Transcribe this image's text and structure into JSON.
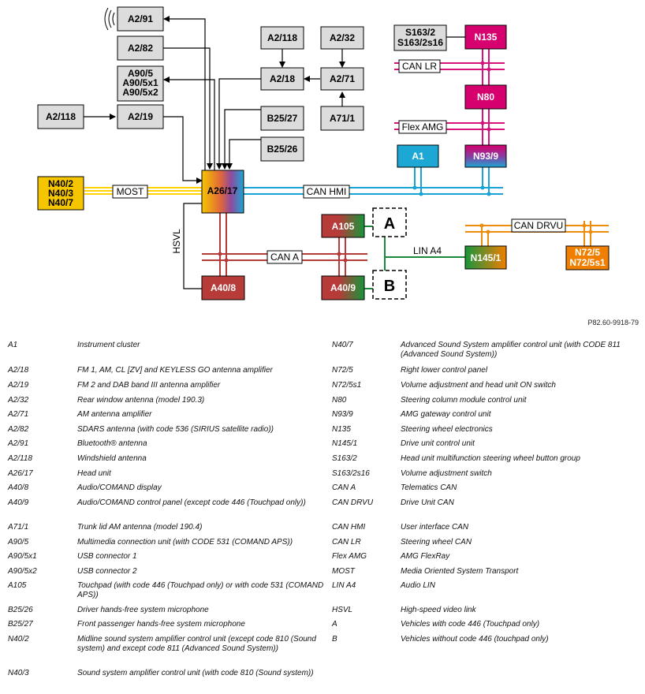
{
  "colors": {
    "gray": "#dcdcdc",
    "yellow": "#f5c500",
    "cyan": "#1ca7d4",
    "magenta": "#d6006e",
    "red": "#b63b39",
    "orange": "#f07f00",
    "green": "#179639",
    "most_line": "#ffd200",
    "can_a_line": "#b63b39",
    "can_drvu_line": "#f08a0a",
    "can_hmi_line": "#18a3d6",
    "can_lr_line": "#d6137b",
    "lin_line": "#1a8a3a"
  },
  "icons": {
    "wireless": "wireless-icon"
  },
  "diagram": {
    "components": {
      "a2_91": "A2/91",
      "a2_82": "A2/82",
      "a90_5": [
        "A90/5",
        "A90/5x1",
        "A90/5x2"
      ],
      "a2_118_left": "A2/118",
      "a2_19": "A2/19",
      "a2_118_top": "A2/118",
      "a2_32": "A2/32",
      "a2_18": "A2/18",
      "a2_71": "A2/71",
      "a71_1": "A71/1",
      "b25_27": "B25/27",
      "b25_26": "B25/26",
      "n40": [
        "N40/2",
        "N40/3",
        "N40/7"
      ],
      "a26_17": "A26/17",
      "s163": [
        "S163/2",
        "S163/2s16"
      ],
      "n135": "N135",
      "n80": "N80",
      "n93_9": "N93/9",
      "a1": "A1",
      "a105": "A105",
      "a40_9": "A40/9",
      "a40_8": "A40/8",
      "n145_1": "N145/1",
      "n72": [
        "N72/5",
        "N72/5s1"
      ],
      "variant_a": "A",
      "variant_b": "B"
    },
    "buses": {
      "most": "MOST",
      "can_hmi": "CAN HMI",
      "can_lr": "CAN LR",
      "flex_amg": "Flex AMG",
      "can_a": "CAN A",
      "lin_a4": "LIN A4",
      "can_drvu": "CAN DRVU",
      "hsvl": "HSVL"
    }
  },
  "reference": "P82.60-9918-79",
  "legend": {
    "left": [
      {
        "code": "A1",
        "desc": "Instrument cluster"
      },
      {
        "code": "A2/18",
        "desc": "FM 1, AM, CL [ZV] and KEYLESS GO antenna amplifier"
      },
      {
        "code": "A2/19",
        "desc": "FM 2 and DAB band III antenna amplifier"
      },
      {
        "code": "A2/32",
        "desc": "Rear window antenna (model 190.3)"
      },
      {
        "code": "A2/71",
        "desc": "AM antenna amplifier"
      },
      {
        "code": "A2/82",
        "desc": "SDARS antenna (with code 536 (SIRIUS satellite radio))"
      },
      {
        "code": "A2/91",
        "desc": "Bluetooth® antenna"
      },
      {
        "code": "A2/118",
        "desc": "Windshield antenna"
      },
      {
        "code": "A26/17",
        "desc": "Head unit"
      },
      {
        "code": "A40/8",
        "desc": "Audio/COMAND display"
      },
      {
        "code": "A40/9",
        "desc": "Audio/COMAND control panel (except code 446 (Touchpad only))"
      },
      {
        "code": "A71/1",
        "desc": "Trunk lid AM antenna (model 190.4)"
      },
      {
        "code": "A90/5",
        "desc": "Multimedia connection unit (with CODE 531 (COMAND APS))"
      },
      {
        "code": "A90/5x1",
        "desc": "USB connector 1"
      },
      {
        "code": "A90/5x2",
        "desc": "USB connector 2"
      },
      {
        "code": "A105",
        "desc": "Touchpad (with code 446 (Touchpad only) or with code 531 (COMAND APS))"
      },
      {
        "code": "B25/26",
        "desc": "Driver hands-free system microphone"
      },
      {
        "code": "B25/27",
        "desc": "Front passenger hands-free system microphone"
      },
      {
        "code": "N40/2",
        "desc": "Midline sound system amplifier control unit (except code 810 (Sound system) and except code 811 (Advanced Sound System))"
      },
      {
        "code": "N40/3",
        "desc": "Sound system amplifier control unit (with code 810 (Sound system))"
      }
    ],
    "right": [
      {
        "code": "N40/7",
        "desc": "Advanced Sound System amplifier control unit (with CODE 811 (Advanced Sound System))"
      },
      {
        "code": "N72/5",
        "desc": "Right lower control panel"
      },
      {
        "code": "N72/5s1",
        "desc": "Volume adjustment and head unit ON switch"
      },
      {
        "code": "N80",
        "desc": "Steering column module control unit"
      },
      {
        "code": "N93/9",
        "desc": "AMG gateway control unit"
      },
      {
        "code": "N135",
        "desc": "Steering wheel electronics"
      },
      {
        "code": "N145/1",
        "desc": "Drive unit control unit"
      },
      {
        "code": "S163/2",
        "desc": "Head unit multifunction steering wheel button group"
      },
      {
        "code": "S163/2s16",
        "desc": "Volume adjustment switch"
      },
      {
        "code": "CAN A",
        "desc": "Telematics CAN"
      },
      {
        "code": "CAN DRVU",
        "desc": "Drive Unit CAN"
      },
      {
        "code": "CAN HMI",
        "desc": "User interface CAN"
      },
      {
        "code": "CAN LR",
        "desc": "Steering wheel CAN"
      },
      {
        "code": "Flex AMG",
        "desc": "AMG FlexRay"
      },
      {
        "code": "MOST",
        "desc": "Media Oriented System Transport"
      },
      {
        "code": "LIN A4",
        "desc": "Audio LIN"
      },
      {
        "code": "HSVL",
        "desc": "High-speed video link"
      },
      {
        "code": "A",
        "desc": "Vehicles with code 446 (Touchpad only)"
      },
      {
        "code": "B",
        "desc": "Vehicles without code 446 (touchpad only)"
      }
    ]
  }
}
